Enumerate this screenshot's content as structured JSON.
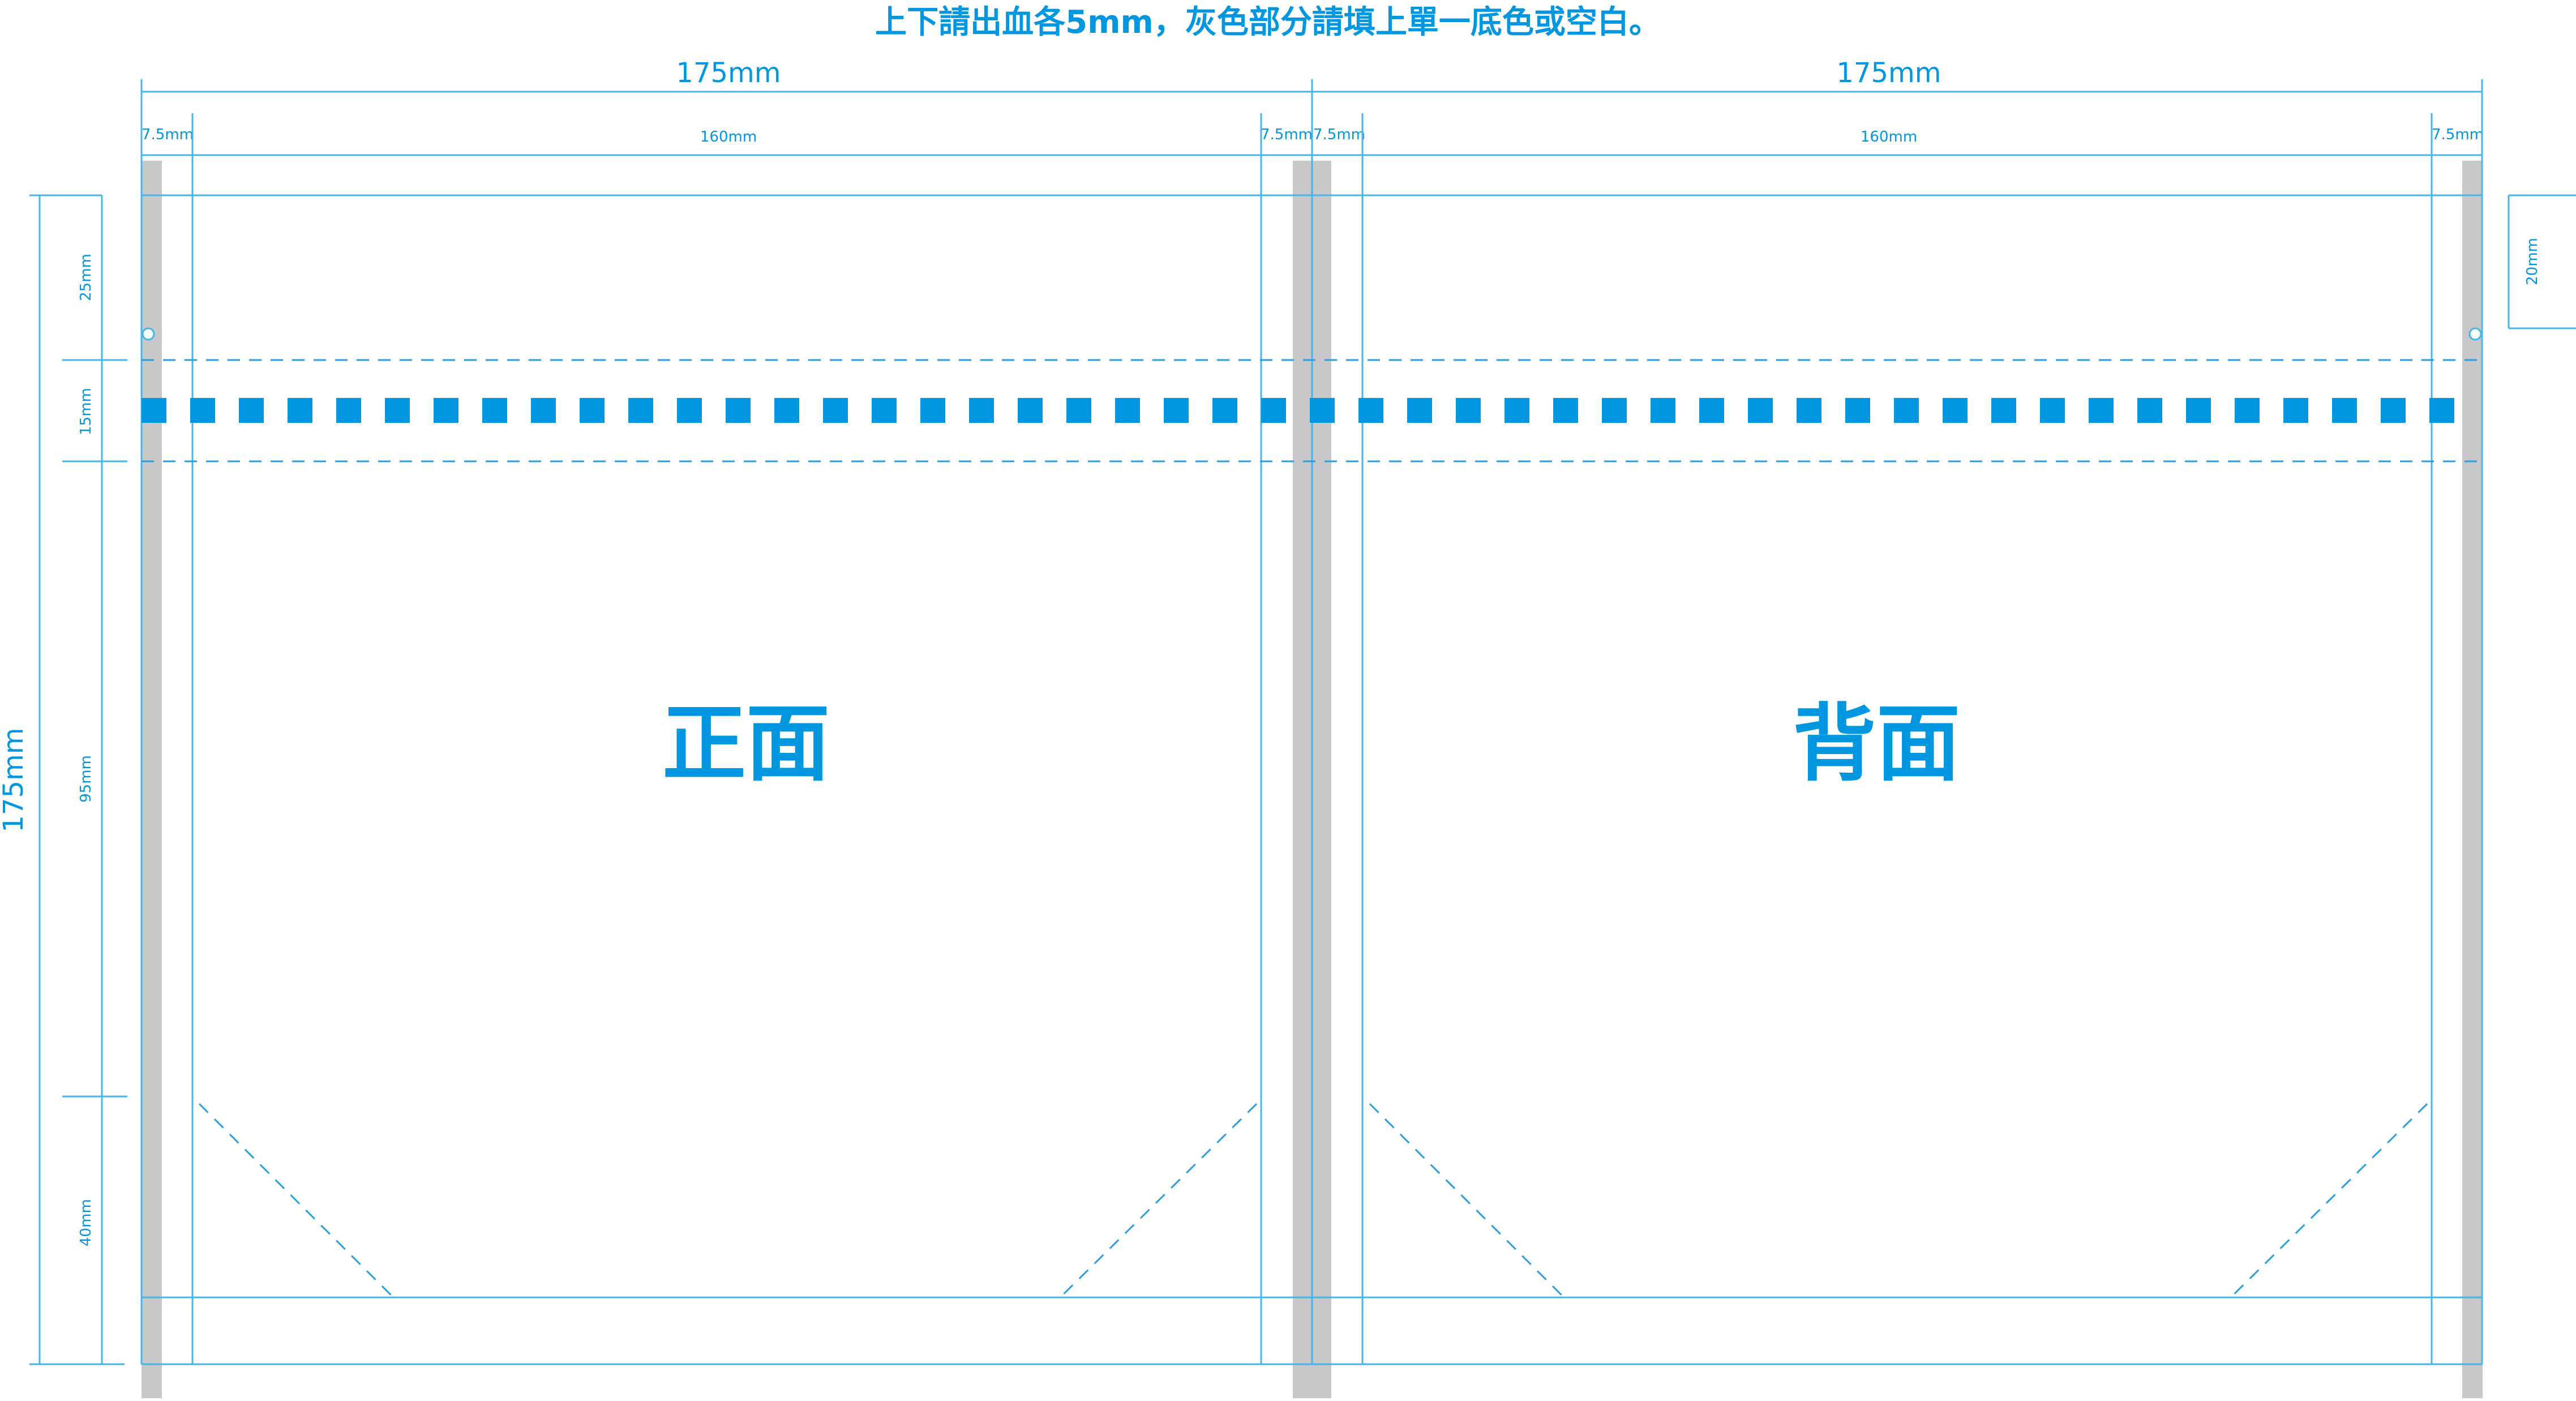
{
  "title": "上下請出血各5mm，灰色部分請填上單一底色或空白。",
  "panels": [
    {
      "label": "正面",
      "width_label": "175mm",
      "inner_label": "160mm",
      "margin_left": "7.5mm",
      "margin_right": "7.5mm"
    },
    {
      "label": "背面",
      "width_label": "175mm",
      "inner_label": "160mm",
      "margin_left": "7.5mm",
      "margin_right": "7.5mm"
    }
  ],
  "height": {
    "total": "175mm",
    "segments": [
      "25mm",
      "15mm",
      "95mm",
      "40mm"
    ],
    "right_label": "20mm"
  },
  "colors": {
    "accent": "#0096e0",
    "line": "#44b6ea",
    "bleed": "#c8c8ca",
    "dash": "#2a9fdf"
  }
}
